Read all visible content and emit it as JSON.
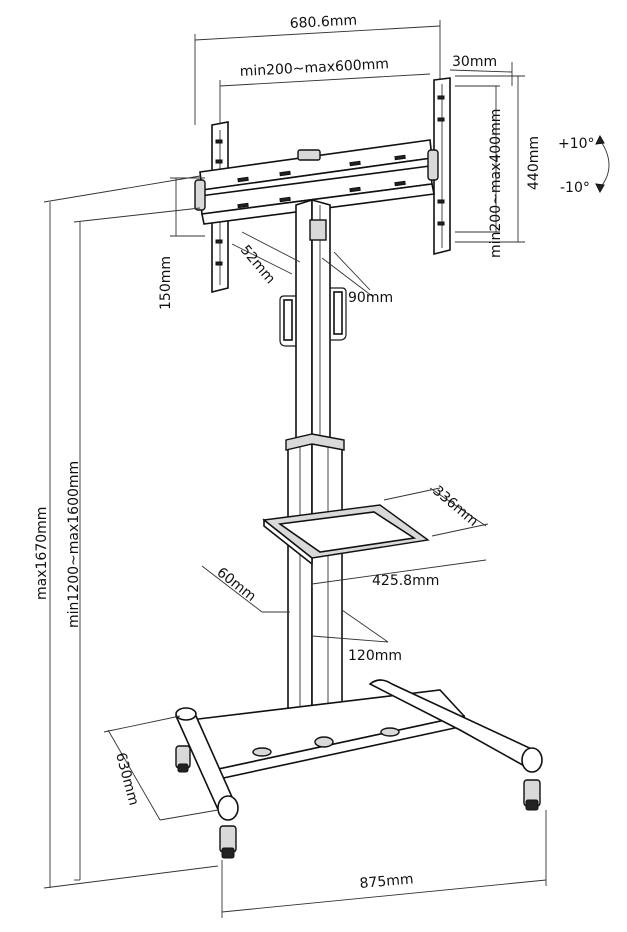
{
  "dimensions": {
    "overall_width": "680.6mm",
    "vesa_width": "min200~max600mm",
    "bracket_depth": "30mm",
    "bracket_height": "440mm",
    "vesa_height": "min200~max400mm",
    "tilt_up": "+10°",
    "tilt_down": "-10°",
    "arm_offset": "150mm",
    "column_depth": "52mm",
    "column_width": "90mm",
    "max_height": "max1670mm",
    "height_range": "min1200~max1600mm",
    "shelf_depth": "336mm",
    "shelf_width": "425.8mm",
    "lower_column_depth": "60mm",
    "lower_column_width": "120mm",
    "base_depth": "630mm",
    "base_width": "875mm"
  }
}
